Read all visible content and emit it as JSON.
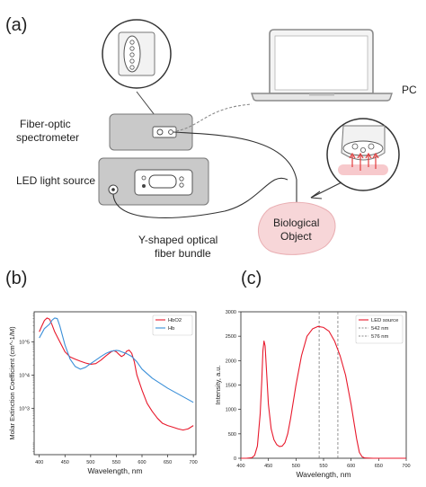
{
  "panel_a": {
    "label": "(a)",
    "pc_label": "PC",
    "spectrometer_label_line1": "Fiber-optic",
    "spectrometer_label_line2": "spectrometer",
    "led_label": "LED light source",
    "fiber_label_line1": "Y-shaped optical",
    "fiber_label_line2": "fiber bundle",
    "object_label_line1": "Biological",
    "object_label_line2": "Object",
    "colors": {
      "box": "#c8c8c8",
      "object": "#f7d6d8",
      "arrow": "#e23c3c"
    },
    "icons": [
      "laptop-icon",
      "fiber-tip-magnifier-icon",
      "probe-magnifier-icon"
    ]
  },
  "panel_b": {
    "label": "(b)",
    "chart_data": {
      "type": "line",
      "xlabel": "Wavelength, nm",
      "ylabel": "Molar Extinction Coefficient (cm^-1/M)",
      "xlim": [
        390,
        705
      ],
      "xticks": [
        "400",
        "450",
        "500",
        "550",
        "600",
        "650",
        "700"
      ],
      "yscale": "log",
      "ylim": [
        40,
        800000
      ],
      "yticks": [
        "10^3",
        "10^4",
        "10^5"
      ],
      "legend": "top-right",
      "grid": false,
      "series": [
        {
          "name": "HbO2",
          "color": "#e8192c",
          "x": [
            400,
            405,
            410,
            415,
            420,
            425,
            430,
            440,
            450,
            460,
            470,
            480,
            490,
            500,
            510,
            520,
            530,
            540,
            545,
            550,
            555,
            560,
            565,
            570,
            575,
            580,
            585,
            590,
            600,
            610,
            620,
            630,
            640,
            650,
            660,
            670,
            680,
            690,
            700
          ],
          "y": [
            200000,
            300000,
            440000,
            520000,
            480000,
            320000,
            200000,
            100000,
            50000,
            35000,
            30000,
            26000,
            23000,
            21000,
            22000,
            28000,
            38000,
            50000,
            54000,
            50000,
            42000,
            36000,
            40000,
            52000,
            56000,
            45000,
            25000,
            10000,
            3500,
            1400,
            800,
            500,
            350,
            300,
            270,
            240,
            220,
            240,
            300
          ]
        },
        {
          "name": "Hb",
          "color": "#3a8fd8",
          "x": [
            400,
            405,
            410,
            420,
            425,
            430,
            435,
            440,
            450,
            460,
            470,
            480,
            490,
            500,
            510,
            520,
            530,
            540,
            550,
            555,
            560,
            570,
            580,
            590,
            600,
            620,
            650,
            700
          ],
          "y": [
            130000,
            180000,
            250000,
            340000,
            450000,
            520000,
            500000,
            300000,
            80000,
            30000,
            18000,
            15000,
            17000,
            22000,
            28000,
            36000,
            45000,
            52000,
            55000,
            54000,
            50000,
            44000,
            36000,
            25000,
            15000,
            8000,
            4000,
            1500
          ]
        }
      ]
    }
  },
  "panel_c": {
    "label": "(c)",
    "chart_data": {
      "type": "line",
      "xlabel": "Wavelength, nm",
      "ylabel": "Intensity, a.u.",
      "xlim": [
        400,
        700
      ],
      "ylim": [
        0,
        3000
      ],
      "xticks": [
        "400",
        "450",
        "500",
        "550",
        "600",
        "650",
        "700"
      ],
      "yticks": [
        "0",
        "500",
        "1000",
        "1500",
        "2000",
        "2500",
        "3000"
      ],
      "legend": "top-right",
      "grid": false,
      "series": [
        {
          "name": "LED source",
          "color": "#e8192c",
          "x": [
            400,
            410,
            420,
            425,
            430,
            435,
            438,
            440,
            442,
            444,
            446,
            450,
            455,
            460,
            465,
            470,
            475,
            480,
            485,
            490,
            500,
            510,
            520,
            530,
            540,
            550,
            560,
            570,
            580,
            590,
            600,
            610,
            615,
            620,
            625,
            640,
            660,
            680,
            700
          ],
          "y": [
            0,
            0,
            10,
            60,
            250,
            900,
            1600,
            2200,
            2400,
            2300,
            1900,
            1100,
            600,
            380,
            280,
            240,
            250,
            320,
            500,
            800,
            1500,
            2100,
            2500,
            2650,
            2700,
            2680,
            2600,
            2400,
            2100,
            1700,
            1100,
            400,
            120,
            30,
            5,
            0,
            0,
            0,
            0
          ]
        }
      ],
      "vlines": [
        {
          "name": "542 nm",
          "x": 542,
          "color": "#666666"
        },
        {
          "name": "576 nm",
          "x": 576,
          "color": "#666666"
        }
      ]
    }
  }
}
